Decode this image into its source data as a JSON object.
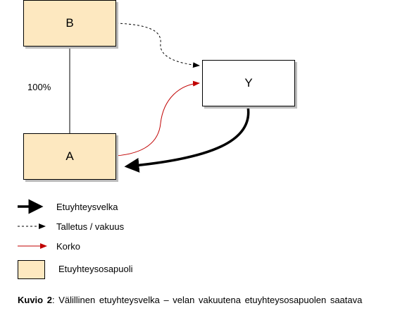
{
  "nodes": {
    "b": {
      "label": "B"
    },
    "a": {
      "label": "A"
    },
    "y": {
      "label": "Y"
    }
  },
  "edge_label_ownership": "100%",
  "legend": {
    "debt": "Etuyhteysvelka",
    "deposit": "Talletus  / vakuus",
    "interest": "Korko",
    "related_party": "Etuyhteysosapuoli"
  },
  "caption": {
    "label": "Kuvio 2",
    "text": ": Välillinen  etuyhteysvelka  – velan vakuutena  etuyhteysosapuolen  saatava"
  },
  "colors": {
    "related_party_fill": "#fde8c0",
    "interest_arrow": "#c00000",
    "debt_arrow": "#000000"
  }
}
